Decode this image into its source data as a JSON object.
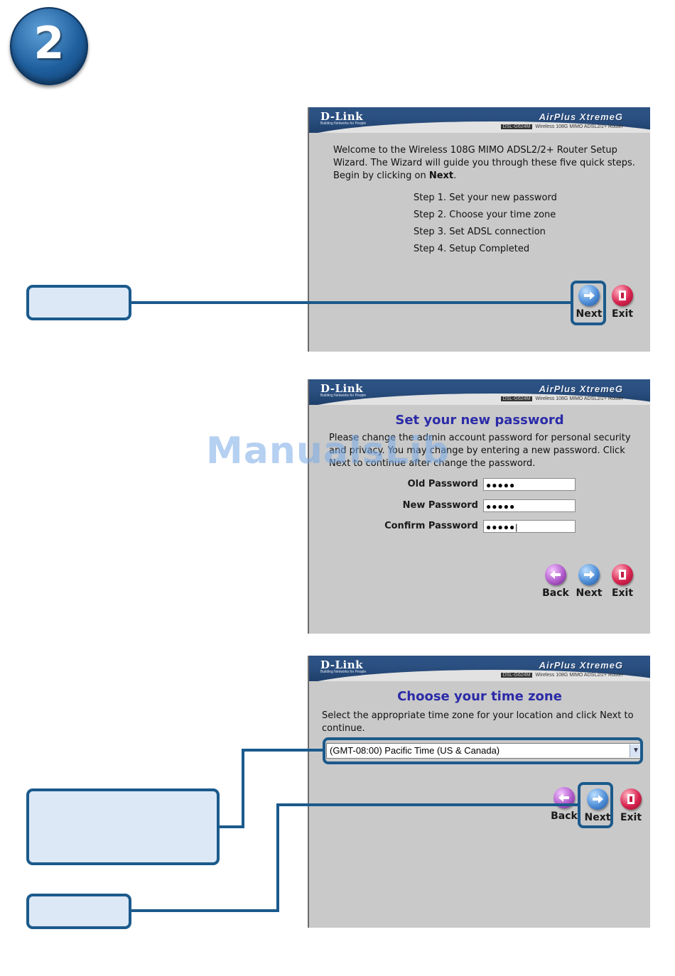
{
  "step_number": "2",
  "watermark": "ManualsLib",
  "banner": {
    "logo": "D-Link",
    "tagline": "Building Networks for People",
    "brand": "AirPlus XtremeG",
    "model_code": "DSL-G624M",
    "model_desc": "Wireless 108G MIMO ADSL2/2+ Router"
  },
  "panel1": {
    "intro_lines": [
      "Welcome to the Wireless 108G MIMO ADSL2/2+ Router Setup",
      "Wizard. The Wizard will guide you through these five quick steps.",
      "Begin by clicking on "
    ],
    "intro_bold": "Next",
    "intro_end": ".",
    "steps": [
      "Step 1. Set your new password",
      "Step 2. Choose your time zone",
      "Step 3. Set ADSL connection",
      "Step 4. Setup Completed"
    ],
    "next_label": "Next",
    "exit_label": "Exit"
  },
  "panel2": {
    "heading": "Set your new password",
    "desc_lines": [
      "Please change the admin account password for personal security",
      "and privacy. You may change by entering a new password. Click",
      "Next to continue after change the password."
    ],
    "fields": [
      {
        "label": "Old Password",
        "value": "●●●●●"
      },
      {
        "label": "New Password",
        "value": "●●●●●"
      },
      {
        "label": "Confirm Password",
        "value": "●●●●●|"
      }
    ],
    "back_label": "Back",
    "next_label": "Next",
    "exit_label": "Exit"
  },
  "panel3": {
    "heading": "Choose your time zone",
    "desc_lines": [
      "Select the appropriate time zone for your location and click Next to",
      "continue."
    ],
    "timezone_selected": "(GMT-08:00) Pacific Time (US & Canada)",
    "back_label": "Back",
    "next_label": "Next",
    "exit_label": "Exit"
  },
  "colors": {
    "callout": "#1b5a8c",
    "callout_fill": "#dce8f6",
    "panel_bg": "#c9c9c9",
    "heading": "#2b2ba8"
  }
}
